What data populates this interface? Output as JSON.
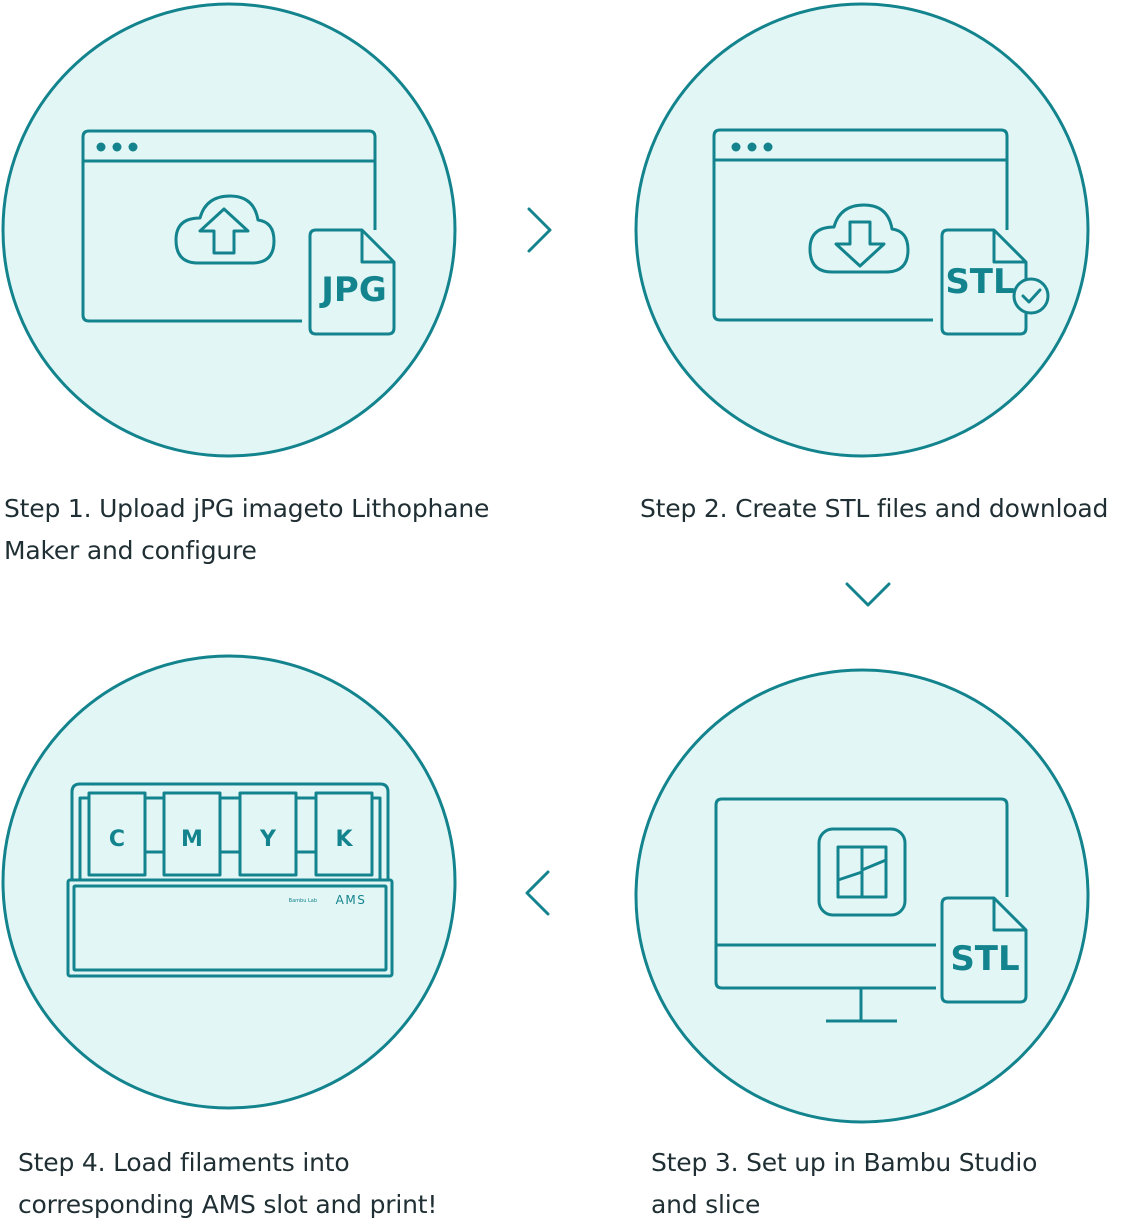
{
  "colors": {
    "circle_fill": "#e3f6f6",
    "stroke": "#13848d",
    "text": "#1f2f33"
  },
  "steps": [
    {
      "caption_line1": "Step 1. Upload jPG imageto Lithophane",
      "caption_line2": "Maker and configure",
      "file_label": "JPG",
      "icon": "upload-cloud-icon"
    },
    {
      "caption_line1": "Step 2. Create STL files and download",
      "caption_line2": "",
      "file_label": "STL",
      "icon": "download-cloud-icon"
    },
    {
      "caption_line1": "Step 3. Set up in Bambu Studio",
      "caption_line2": "and slice",
      "file_label": "STL",
      "icon": "bambu-studio-icon"
    },
    {
      "caption_line1": "Step 4. Load filaments into",
      "caption_line2": "corresponding AMS slot and print!",
      "icon": "ams-unit-icon"
    }
  ],
  "ams": {
    "slots": [
      "C",
      "M",
      "Y",
      "K"
    ],
    "brand_small": "Bambu Lab",
    "brand": "AMS"
  },
  "arrows": [
    "chevron-right-icon",
    "chevron-down-icon",
    "chevron-left-icon"
  ]
}
